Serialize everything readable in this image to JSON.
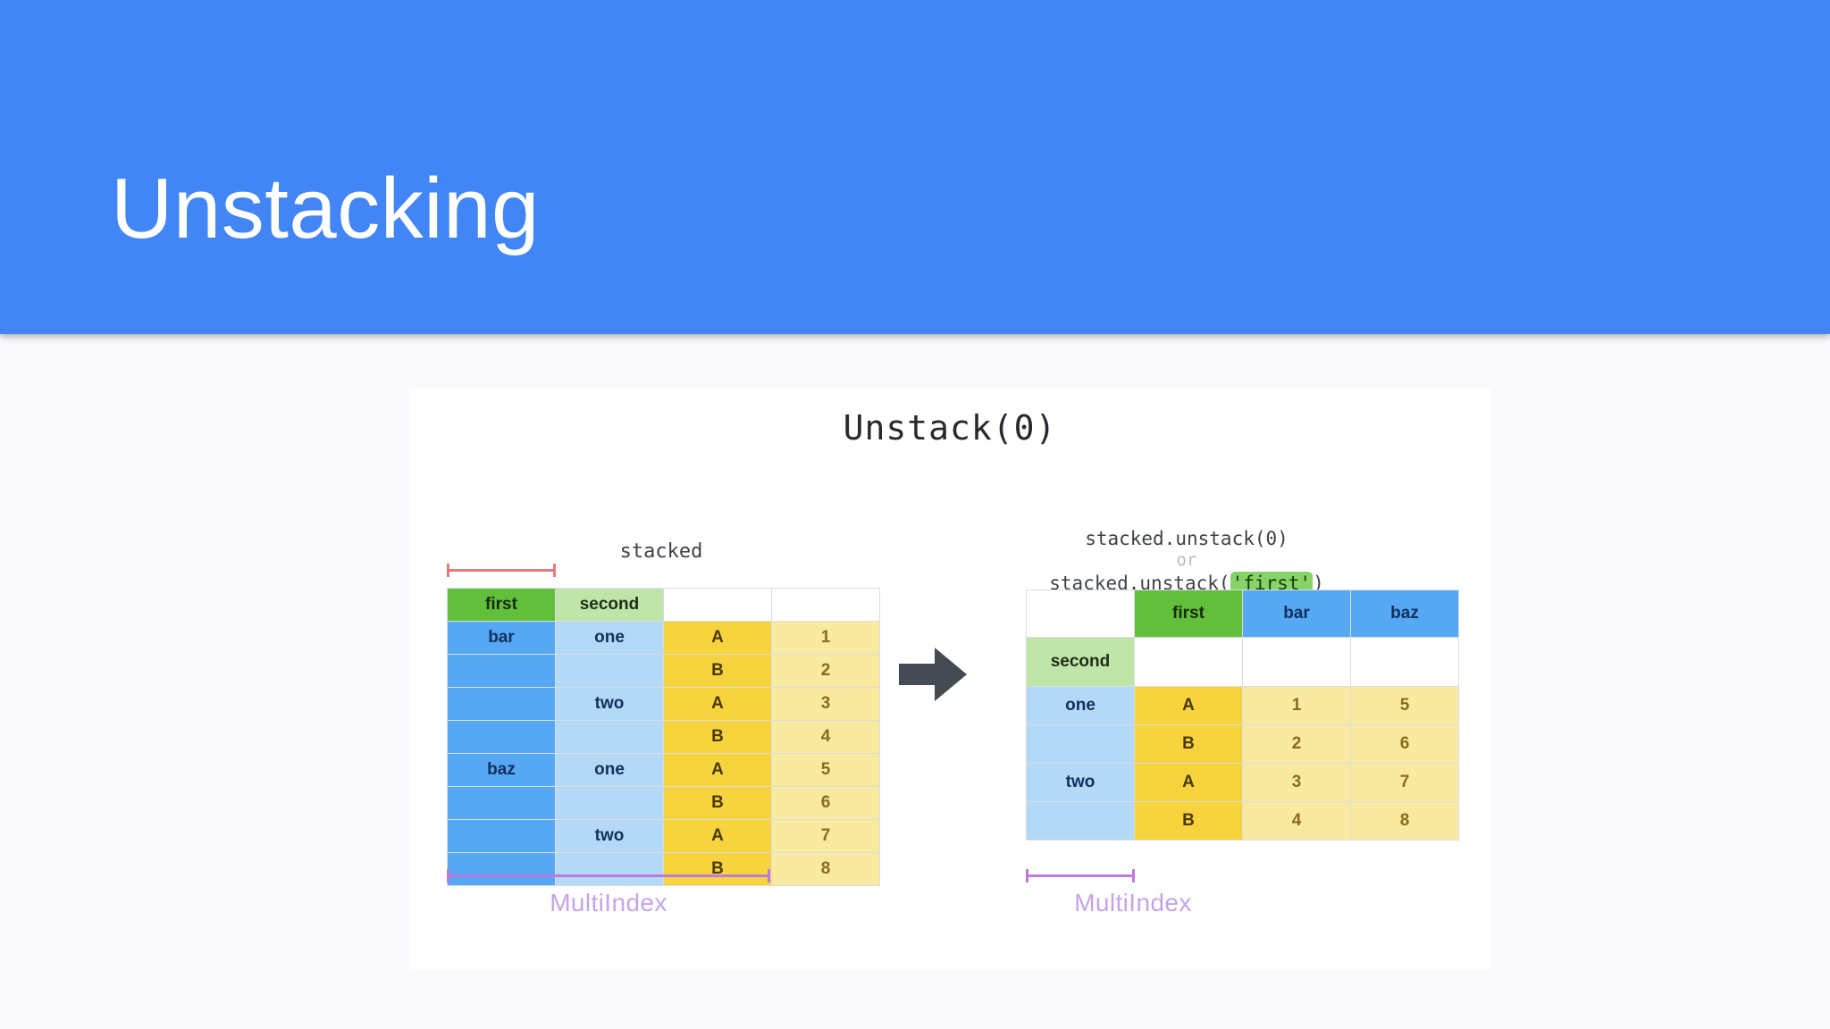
{
  "slide": {
    "title": "Unstacking",
    "header_color": "#4285f4",
    "background_color": "#faf9fc"
  },
  "diagram": {
    "title": "Unstack(0)",
    "arrow_icon": "arrow-right-icon",
    "left": {
      "caption": "stacked",
      "bracket_top_label": "first-column-bracket",
      "bracket_color": "#ea7a7a",
      "multiindex_label": "MultiIndex",
      "multiindex_color": "#bf7ae0",
      "header": [
        "first",
        "second",
        "",
        ""
      ],
      "rows": [
        [
          "bar",
          "one",
          "A",
          "1"
        ],
        [
          "",
          "",
          "B",
          "2"
        ],
        [
          "",
          "two",
          "A",
          "3"
        ],
        [
          "",
          "",
          "B",
          "4"
        ],
        [
          "baz",
          "one",
          "A",
          "5"
        ],
        [
          "",
          "",
          "B",
          "6"
        ],
        [
          "",
          "two",
          "A",
          "7"
        ],
        [
          "",
          "",
          "B",
          "8"
        ]
      ]
    },
    "right": {
      "code_line1": "stacked.unstack(0)",
      "code_or": "or",
      "code_line3_prefix": "stacked.unstack(",
      "code_line3_arg": "'first'",
      "code_line3_suffix": ")",
      "highlight_color": "#87d36a",
      "multiindex_label": "MultiIndex",
      "multiindex_color": "#bf7ae0",
      "header": [
        "",
        "first",
        "bar",
        "baz"
      ],
      "second_row": [
        "second",
        "",
        "",
        ""
      ],
      "rows": [
        [
          "one",
          "A",
          "1",
          "5"
        ],
        [
          "",
          "B",
          "2",
          "6"
        ],
        [
          "two",
          "A",
          "3",
          "7"
        ],
        [
          "",
          "B",
          "4",
          "8"
        ]
      ]
    }
  },
  "chart_data": {
    "type": "table",
    "title": "Unstack(0)",
    "tables": [
      {
        "name": "stacked",
        "index_names": [
          "first",
          "second"
        ],
        "columns": [
          "",
          ""
        ],
        "index_tuples": [
          [
            "bar",
            "one"
          ],
          [
            "bar",
            "one"
          ],
          [
            "bar",
            "two"
          ],
          [
            "bar",
            "two"
          ],
          [
            "baz",
            "one"
          ],
          [
            "baz",
            "one"
          ],
          [
            "baz",
            "two"
          ],
          [
            "baz",
            "two"
          ]
        ],
        "inner_labels": [
          "A",
          "B",
          "A",
          "B",
          "A",
          "B",
          "A",
          "B"
        ],
        "values": [
          1,
          2,
          3,
          4,
          5,
          6,
          7,
          8
        ]
      },
      {
        "name": "stacked.unstack(0)",
        "index_names": [
          "second"
        ],
        "column_names": [
          "first"
        ],
        "columns": [
          "bar",
          "baz"
        ],
        "index_labels": [
          "one",
          "one",
          "two",
          "two"
        ],
        "inner_labels": [
          "A",
          "B",
          "A",
          "B"
        ],
        "values": [
          [
            1,
            5
          ],
          [
            2,
            6
          ],
          [
            3,
            7
          ],
          [
            4,
            8
          ]
        ]
      }
    ]
  }
}
